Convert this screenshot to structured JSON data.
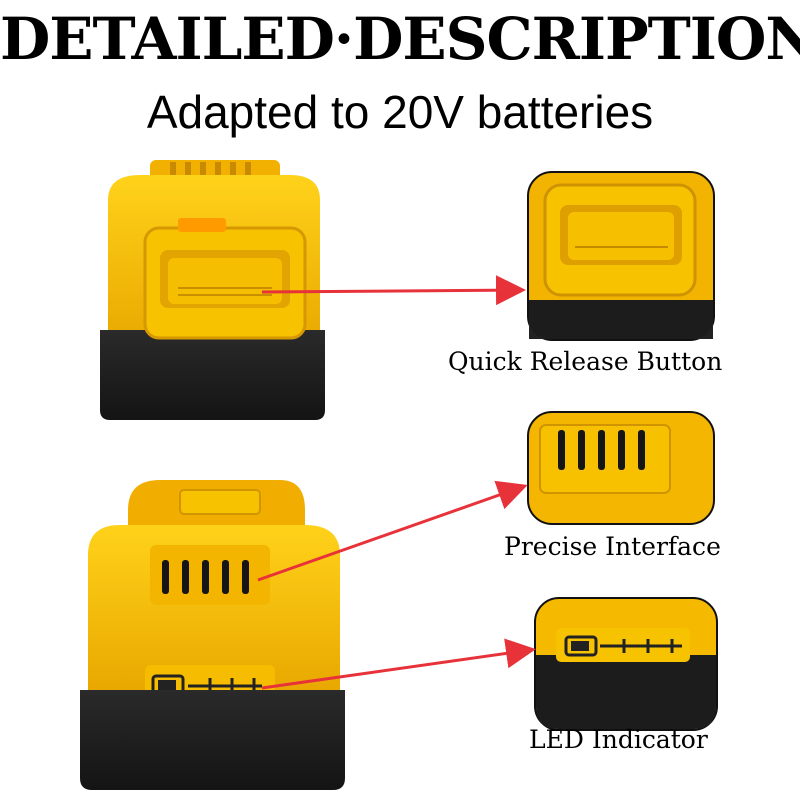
{
  "header": {
    "title": "DETAILED·DESCRIPTION",
    "subtitle": "Adapted to 20V batteries"
  },
  "callouts": [
    {
      "label": "Quick Release Button"
    },
    {
      "label": "Precise Interface"
    },
    {
      "label": "LED Indicator"
    }
  ],
  "colors": {
    "battery_yellow": "#f5b800",
    "battery_black": "#1b1b1b",
    "arrow_red": "#e8323a",
    "text": "#000000"
  }
}
